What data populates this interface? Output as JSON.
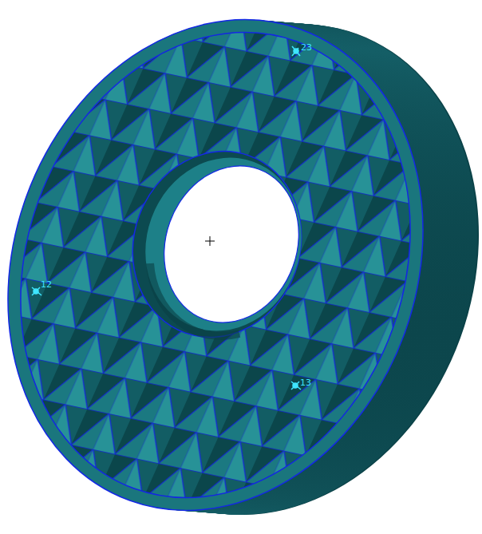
{
  "diagram": {
    "labels": [
      "23",
      "12",
      "13"
    ]
  }
}
